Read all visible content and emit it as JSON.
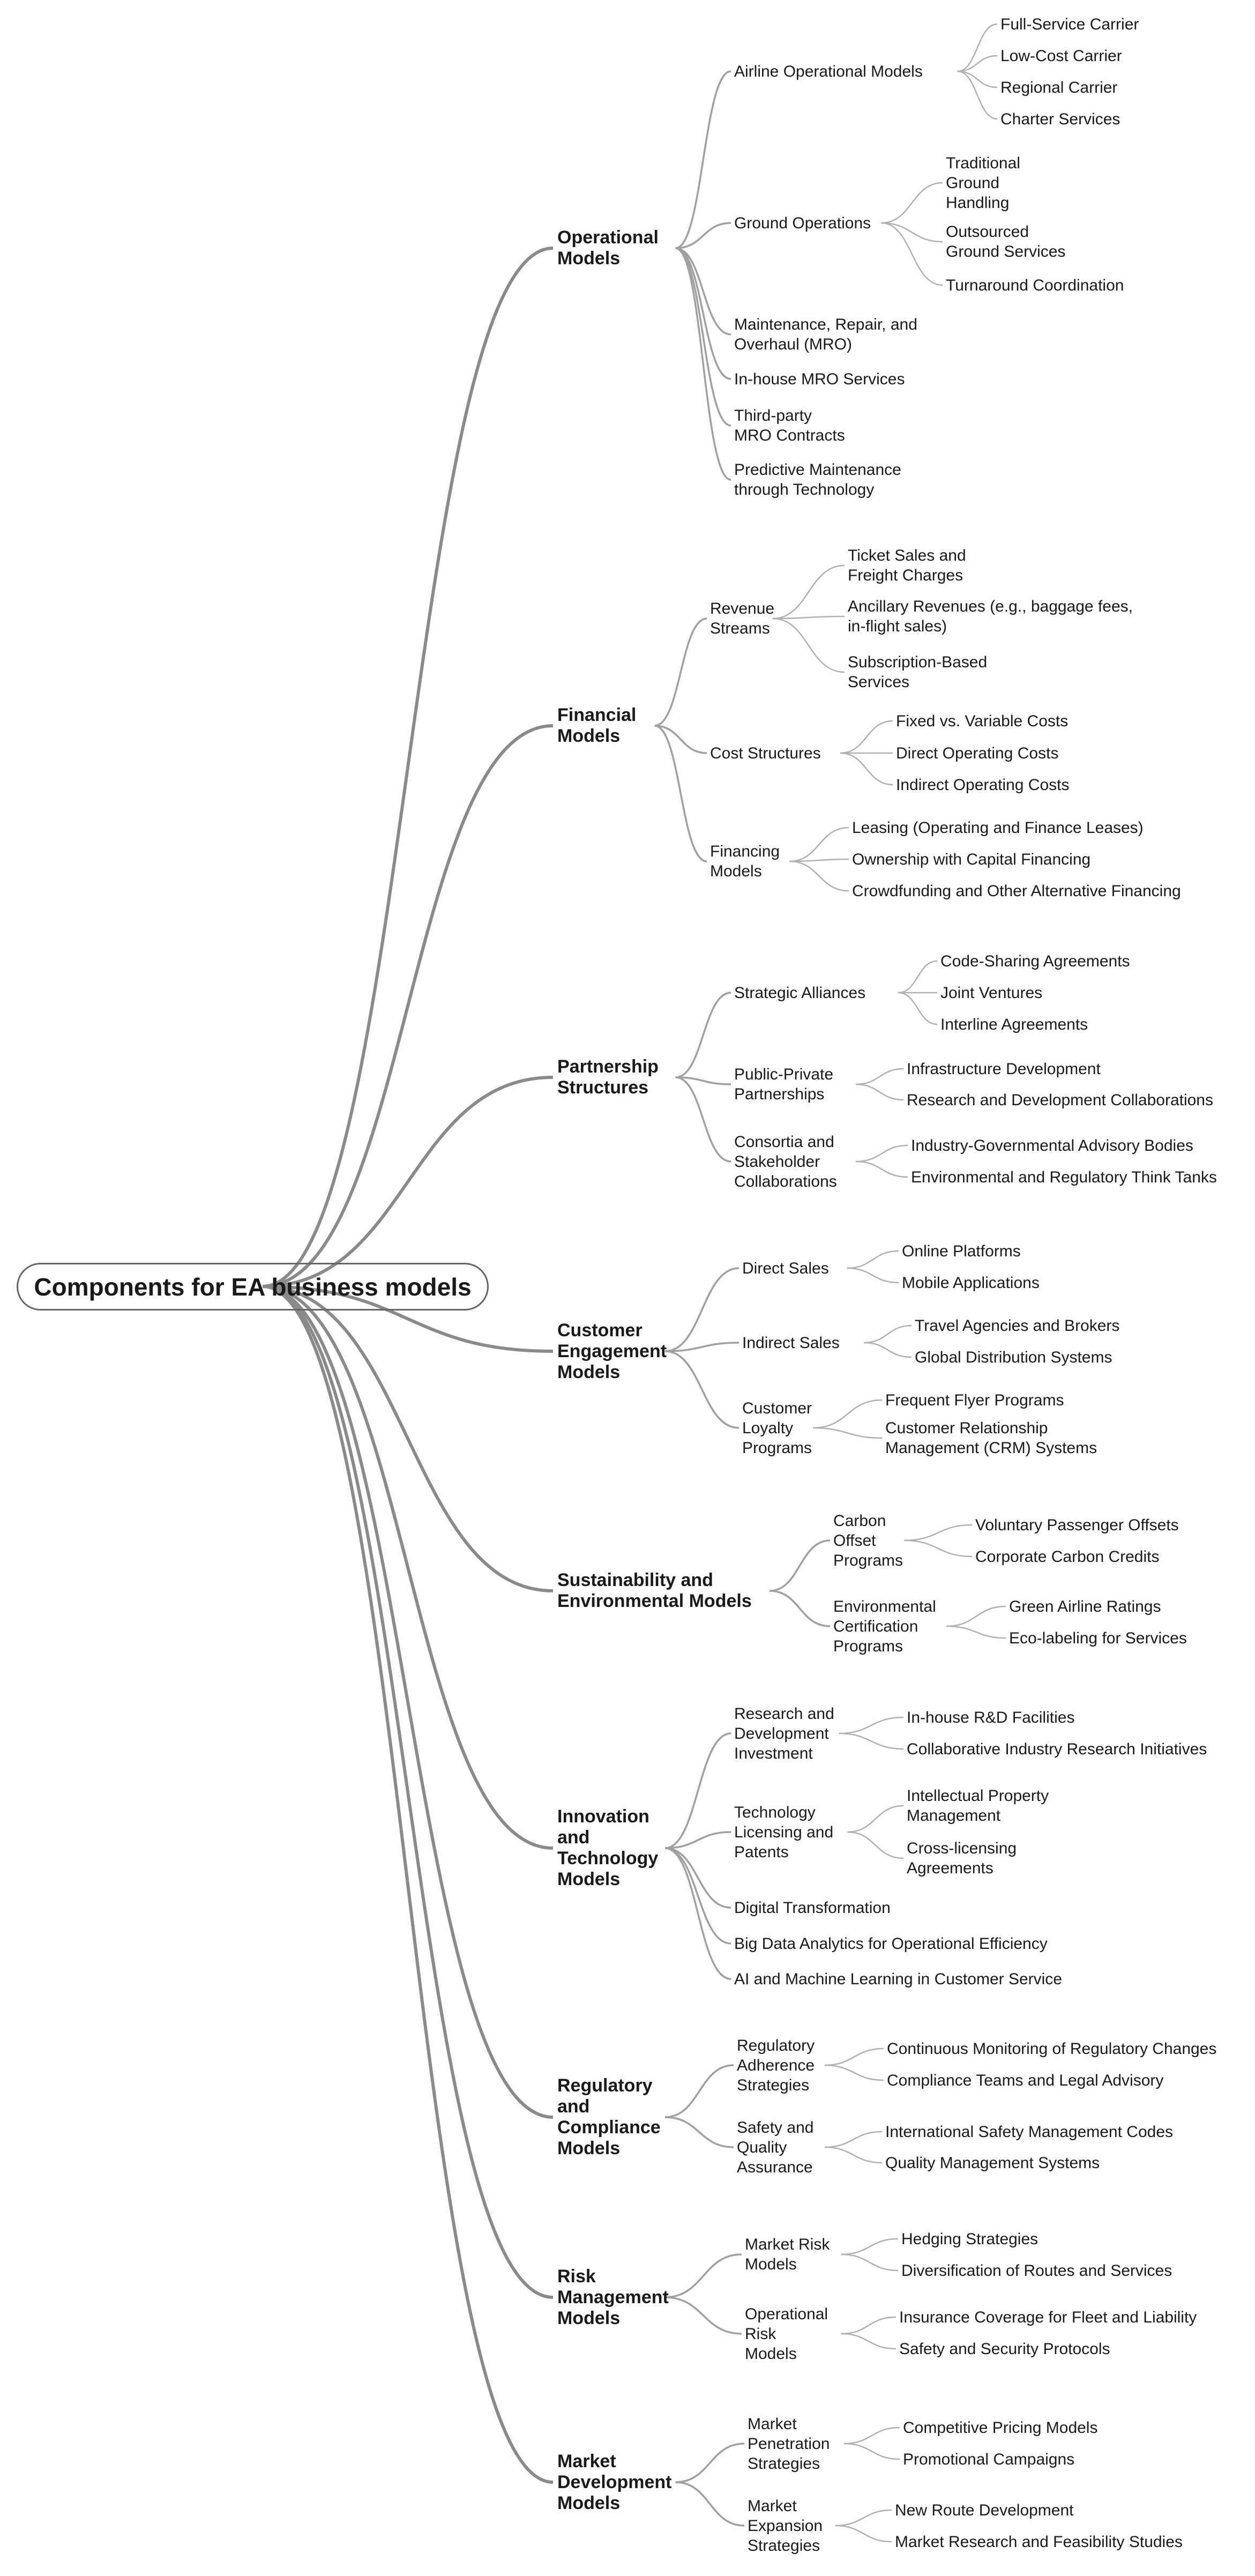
{
  "root": "Components for EA business models",
  "branches": [
    {
      "label": "Operational\nModels",
      "children": [
        {
          "label": "Airline Operational Models",
          "children": [
            "Full-Service Carrier",
            "Low-Cost Carrier",
            "Regional Carrier",
            "Charter Services"
          ]
        },
        {
          "label": "Ground Operations",
          "children": [
            "Traditional\nGround\nHandling",
            "Outsourced\nGround Services",
            "Turnaround Coordination"
          ]
        },
        {
          "label": "Maintenance, Repair, and\nOverhaul (MRO)",
          "children": []
        },
        {
          "label": "In-house MRO Services",
          "children": []
        },
        {
          "label": "Third-party\nMRO Contracts",
          "children": []
        },
        {
          "label": "Predictive Maintenance\nthrough Technology",
          "children": []
        }
      ]
    },
    {
      "label": "Financial\nModels",
      "children": [
        {
          "label": "Revenue\nStreams",
          "children": [
            "Ticket Sales and\nFreight Charges",
            "Ancillary Revenues (e.g., baggage fees,\nin-flight sales)",
            "Subscription-Based\nServices"
          ]
        },
        {
          "label": "Cost Structures",
          "children": [
            "Fixed vs. Variable Costs",
            "Direct Operating Costs",
            "Indirect Operating Costs"
          ]
        },
        {
          "label": "Financing\nModels",
          "children": [
            "Leasing (Operating and Finance Leases)",
            "Ownership with Capital Financing",
            "Crowdfunding and Other Alternative Financing"
          ]
        }
      ]
    },
    {
      "label": "Partnership\nStructures",
      "children": [
        {
          "label": "Strategic Alliances",
          "children": [
            "Code-Sharing Agreements",
            "Joint Ventures",
            "Interline Agreements"
          ]
        },
        {
          "label": "Public-Private\nPartnerships",
          "children": [
            "Infrastructure Development",
            "Research and Development Collaborations"
          ]
        },
        {
          "label": "Consortia and\nStakeholder\nCollaborations",
          "children": [
            "Industry-Governmental Advisory Bodies",
            "Environmental and Regulatory Think Tanks"
          ]
        }
      ]
    },
    {
      "label": "Customer\nEngagement\nModels",
      "children": [
        {
          "label": "Direct Sales",
          "children": [
            "Online Platforms",
            "Mobile Applications"
          ]
        },
        {
          "label": "Indirect Sales",
          "children": [
            "Travel Agencies and Brokers",
            "Global Distribution Systems"
          ]
        },
        {
          "label": "Customer\nLoyalty\nPrograms",
          "children": [
            "Frequent Flyer Programs",
            "Customer Relationship\nManagement (CRM) Systems"
          ]
        }
      ]
    },
    {
      "label": "Sustainability and\nEnvironmental Models",
      "children": [
        {
          "label": "Carbon\nOffset\nPrograms",
          "children": [
            "Voluntary Passenger Offsets",
            "Corporate Carbon Credits"
          ]
        },
        {
          "label": "Environmental\nCertification\nPrograms",
          "children": [
            "Green Airline Ratings",
            "Eco-labeling for Services"
          ]
        }
      ]
    },
    {
      "label": "Innovation\nand\nTechnology\nModels",
      "children": [
        {
          "label": "Research and\nDevelopment\nInvestment",
          "children": [
            "In-house R&D Facilities",
            "Collaborative Industry Research Initiatives"
          ]
        },
        {
          "label": "Technology\nLicensing and\nPatents",
          "children": [
            "Intellectual Property\nManagement",
            "Cross-licensing\nAgreements"
          ]
        },
        {
          "label": "Digital Transformation",
          "children": []
        },
        {
          "label": "Big Data Analytics for Operational Efficiency",
          "children": []
        },
        {
          "label": "AI and Machine Learning in Customer Service",
          "children": []
        }
      ]
    },
    {
      "label": "Regulatory\nand\nCompliance\nModels",
      "children": [
        {
          "label": "Regulatory\nAdherence\nStrategies",
          "children": [
            "Continuous Monitoring of Regulatory Changes",
            "Compliance Teams and Legal Advisory"
          ]
        },
        {
          "label": "Safety and\nQuality\nAssurance",
          "children": [
            "International Safety Management Codes",
            "Quality Management Systems"
          ]
        }
      ]
    },
    {
      "label": "Risk\nManagement\nModels",
      "children": [
        {
          "label": "Market Risk\nModels",
          "children": [
            "Hedging Strategies",
            "Diversification of Routes and Services"
          ]
        },
        {
          "label": "Operational\nRisk\nModels",
          "children": [
            "Insurance Coverage for Fleet and Liability",
            "Safety and Security Protocols"
          ]
        }
      ]
    },
    {
      "label": "Market\nDevelopment\nModels",
      "children": [
        {
          "label": "Market\nPenetration\nStrategies",
          "children": [
            "Competitive Pricing Models",
            "Promotional Campaigns"
          ]
        },
        {
          "label": "Market\nExpansion\nStrategies",
          "children": [
            "New Route Development",
            "Market Research and Feasibility Studies"
          ]
        }
      ]
    }
  ]
}
